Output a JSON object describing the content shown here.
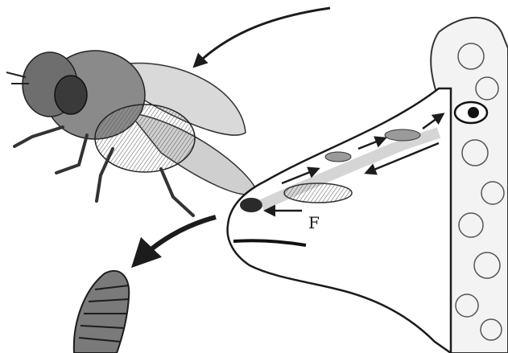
{
  "figure": {
    "labels": {
      "f": "F"
    },
    "elements": {
      "fly": "botfly-adult",
      "sheep": "sheep-head",
      "larva": "larva",
      "arrows": [
        "fly-approach-arrow",
        "larva-drop-arrow",
        "nasal-migration-arrows"
      ]
    },
    "colors": {
      "ink": "#1c1c1c",
      "shade": "#7a7a7a",
      "background": "#ffffff"
    }
  }
}
